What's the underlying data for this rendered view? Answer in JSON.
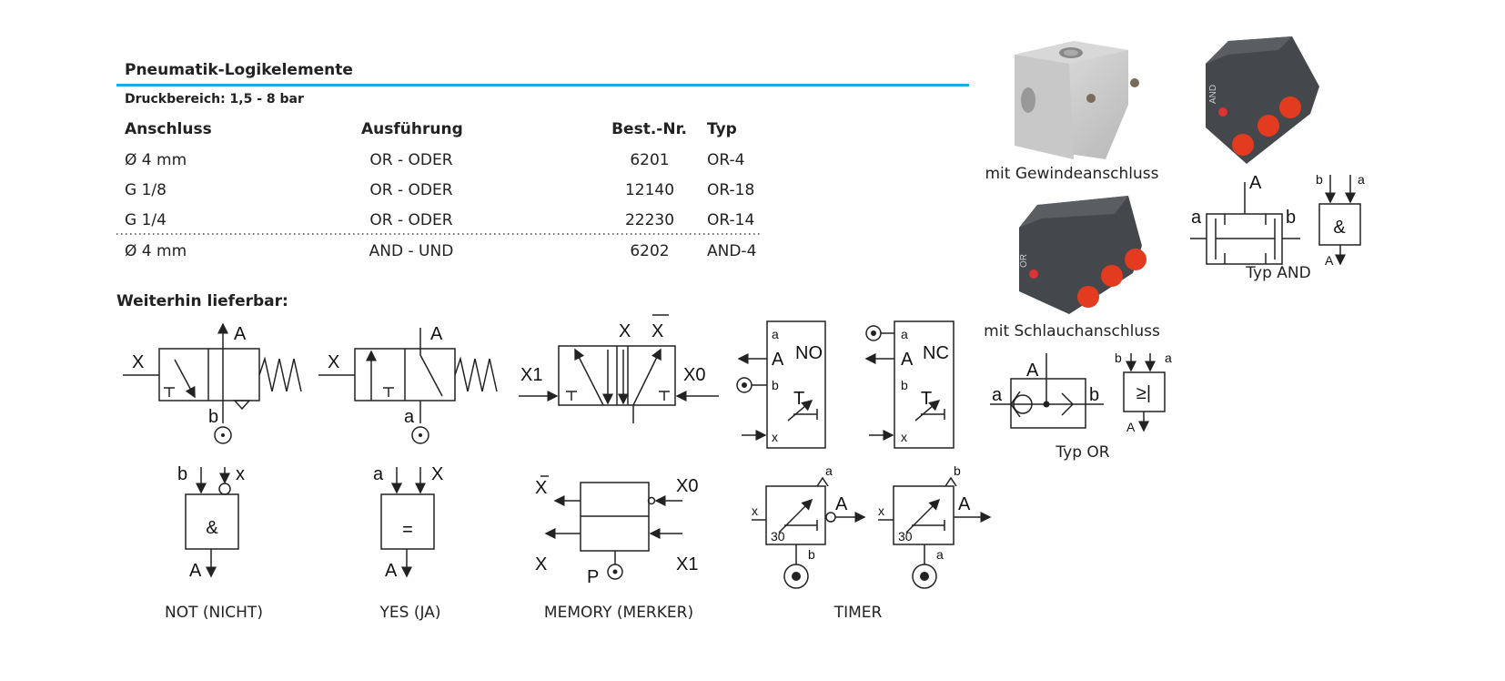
{
  "header": {
    "title": "Pneumatik-Logikelemente",
    "pressure": "Druckbereich: 1,5 - 8 bar",
    "accent": "#1aaee5"
  },
  "table": {
    "columns": [
      "Anschluss",
      "Ausführung",
      "Best.-Nr.",
      "Typ"
    ],
    "rows": [
      [
        "Ø 4 mm",
        "OR - ODER",
        "6201",
        "OR-4"
      ],
      [
        "G 1/8",
        "OR - ODER",
        "12140",
        "OR-18"
      ],
      [
        "G 1/4",
        "OR - ODER",
        "22230",
        "OR-14"
      ],
      [
        "Ø 4 mm",
        "AND - UND",
        "6202",
        "AND-4"
      ]
    ]
  },
  "more": {
    "heading": "Weiterhin lieferbar:",
    "captions": [
      "NOT (NICHT)",
      "YES (JA)",
      "MEMORY (MERKER)",
      "TIMER"
    ],
    "labels": {
      "X": "X",
      "A": "A",
      "a": "a",
      "b": "b",
      "x": "x",
      "X1": "X1",
      "X0": "X0",
      "Xbar": "X",
      "P": "P",
      "NO": "NO",
      "NC": "NC",
      "T": "T",
      "t30": "30",
      "amp": "&",
      "eq": "=",
      "or": "≥|"
    }
  },
  "products": {
    "threaded": "mit Gewindeanschluss",
    "tube": "mit Schlauchanschluss",
    "type_and": "Typ AND",
    "type_or": "Typ OR",
    "and_mark": "AND",
    "or_mark": "OR"
  }
}
